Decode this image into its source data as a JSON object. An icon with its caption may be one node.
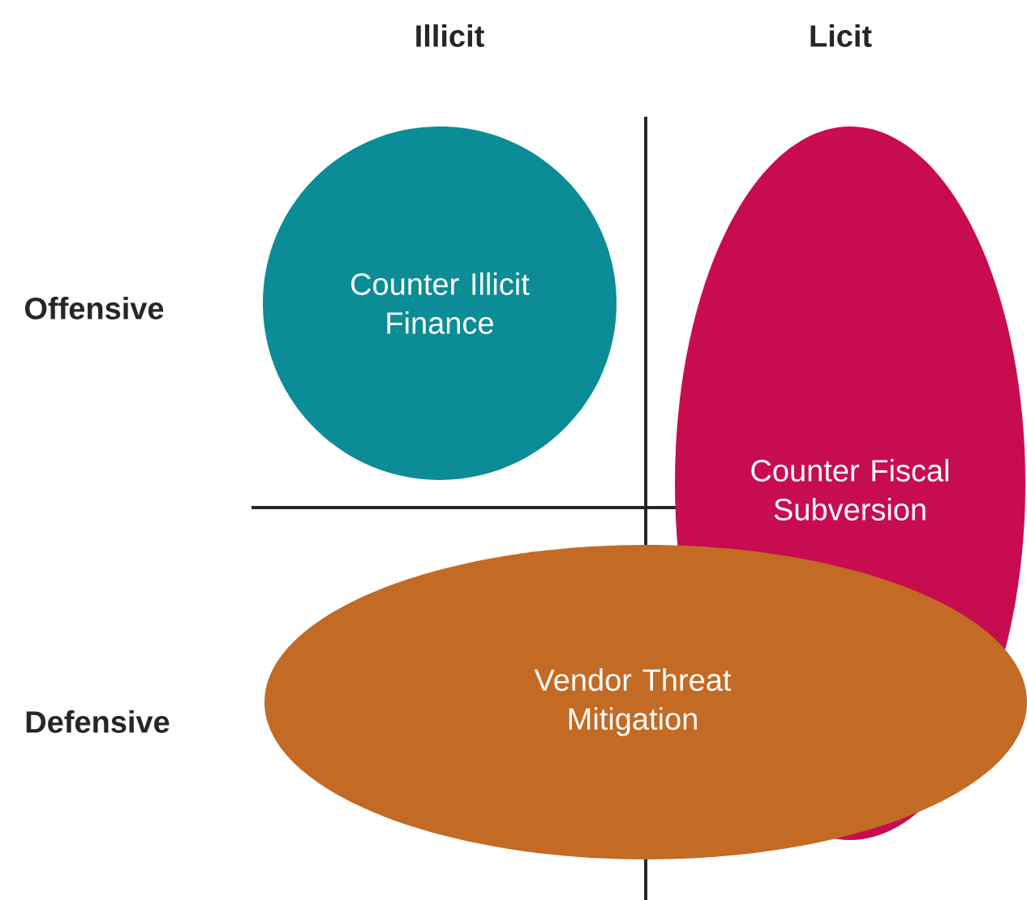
{
  "diagram": {
    "nodes": [
      {
        "text": [
          "Counter Illicit Finance"
        ]
      },
      {
        "text": [
          "Counter Fiscal Subversion"
        ]
      },
      {
        "text": [
          "Vendor Threat Mitigation"
        ]
      }
    ],
    "labels": [
      "Illicit",
      "Licit",
      "Offensive",
      "Defensive"
    ]
  }
}
